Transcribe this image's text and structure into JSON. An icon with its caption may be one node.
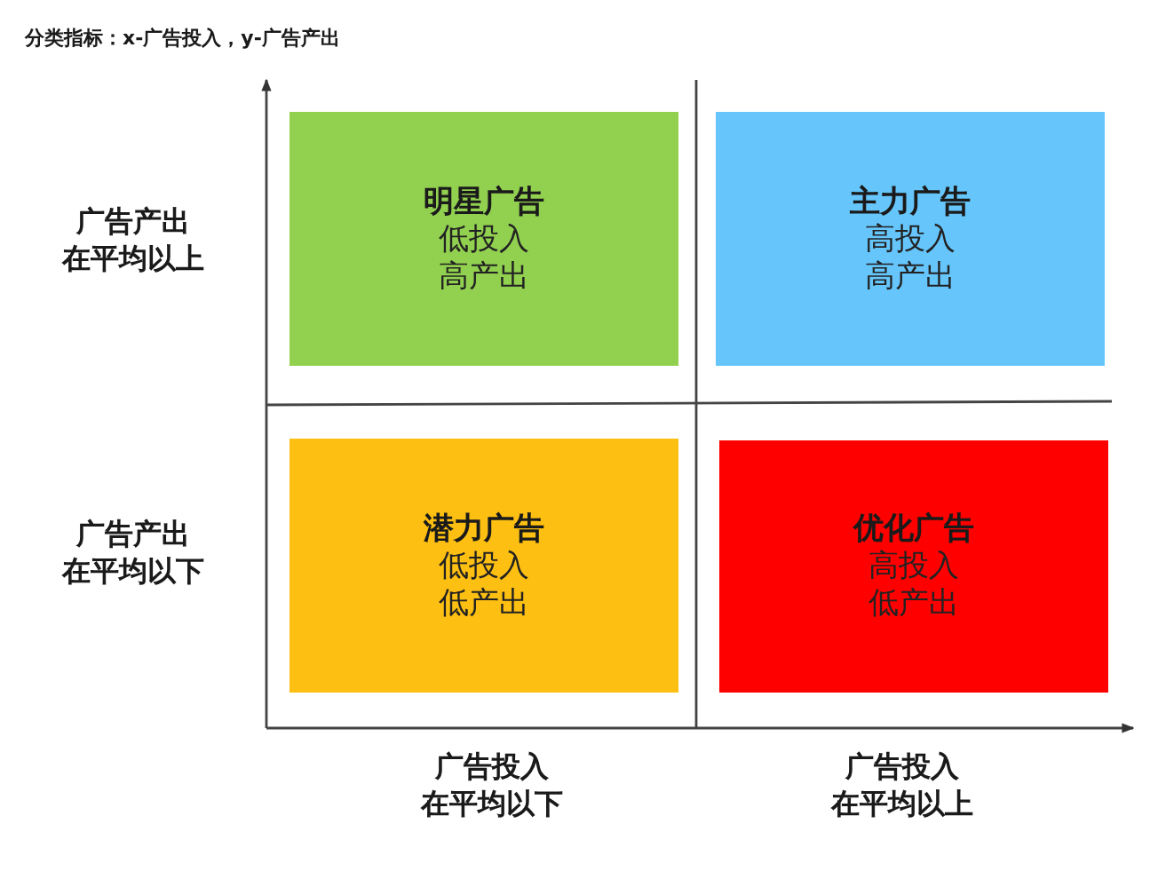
{
  "diagram": {
    "title": "分类指标：x-广告投入，y-广告产出",
    "nodes": [
      {
        "text": [
          "明星广告",
          "低投入",
          "高产出"
        ]
      },
      {
        "text": [
          "主力广告",
          "高投入",
          "高产出"
        ]
      },
      {
        "text": [
          "潜力广告",
          "低投入",
          "低产出"
        ]
      },
      {
        "text": [
          "优化广告",
          "高投入",
          "低产出"
        ]
      }
    ],
    "labels": [
      "广告产出在平均以上",
      "广告产出在平均以下",
      "广告投入在平均以下",
      "广告投入在平均以上"
    ]
  }
}
